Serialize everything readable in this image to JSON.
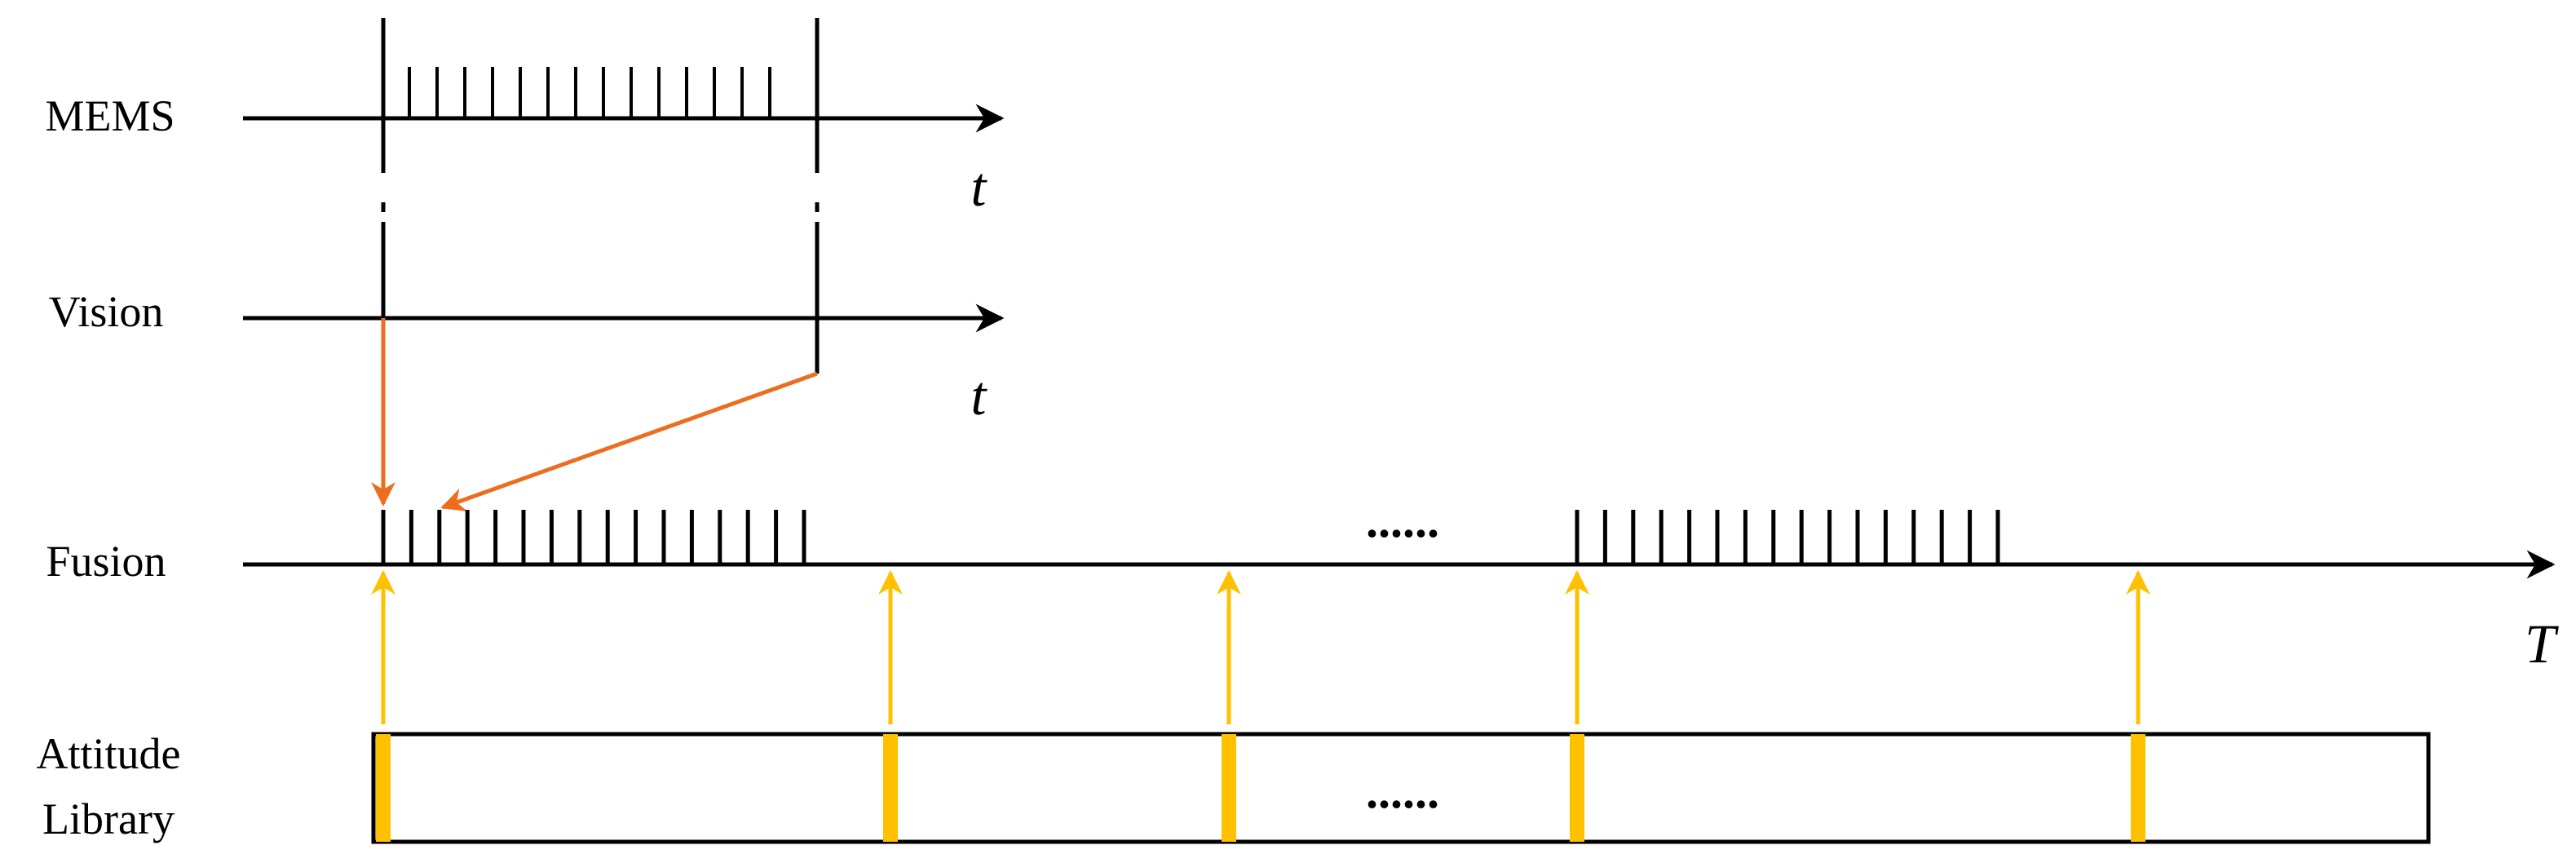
{
  "rows": {
    "mems": {
      "label": "MEMS",
      "axis_symbol": "t"
    },
    "vision": {
      "label": "Vision",
      "axis_symbol": "t"
    },
    "fusion": {
      "label": "Fusion",
      "axis_symbol": "T"
    },
    "library": {
      "label_line1": "Attitude",
      "label_line2": "Library"
    }
  },
  "ellipsis": "......",
  "colors": {
    "axis": "#000000",
    "vision_to_fusion_arrow": "#ED6D1F",
    "library_to_fusion_arrow": "#FFC000",
    "library_marker": "#FFC000"
  },
  "counts": {
    "mems_ticks_in_window": 14,
    "fusion_ticks_left_segment": 16,
    "fusion_ticks_right_segment": 16,
    "library_markers": 5
  }
}
